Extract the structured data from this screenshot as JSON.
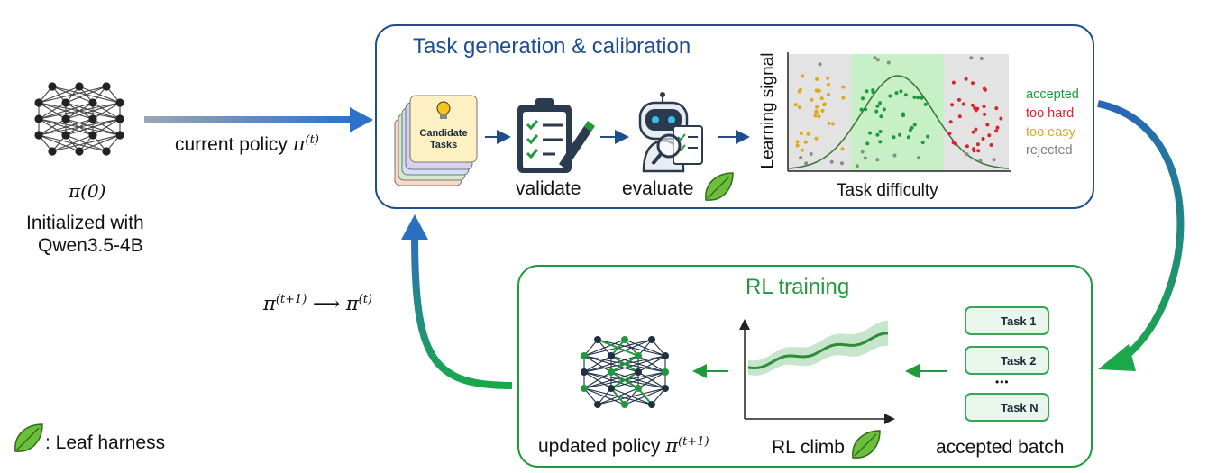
{
  "initial_policy": {
    "symbol": "π(0)",
    "line1": "Initialized with",
    "line2": "Qwen3.5-4B"
  },
  "current_policy": {
    "text": "current policy ",
    "symbol": "π",
    "superscript": "(t)"
  },
  "update_rule": {
    "lhs": "π",
    "lhs_sup": "(t+1)",
    "arrow": "⟶",
    "rhs": "π",
    "rhs_sup": "(t)"
  },
  "task_generation": {
    "title": "Task generation & calibration",
    "candidate_label": "Candidate Tasks",
    "validate_label": "validate",
    "evaluate_label": "evaluate",
    "chart": {
      "xlabel": "Task difficulty",
      "ylabel": "Learning signal",
      "legend": [
        {
          "label": "accepted",
          "color": "#1e9a3c"
        },
        {
          "label": "too hard",
          "color": "#d62728"
        },
        {
          "label": "too easy",
          "color": "#e0a81c"
        },
        {
          "label": "rejected",
          "color": "#7f7f7f"
        }
      ]
    }
  },
  "rl_training": {
    "title": "RL training",
    "updated_label": "updated policy ",
    "updated_symbol": "π",
    "updated_sup": "(t+1)",
    "climb_label": "RL climb",
    "batch_label": "accepted batch",
    "tasks": [
      {
        "label": "Task 1",
        "icon": "lightbulb-icon"
      },
      {
        "label": "Task 2",
        "icon": "gear-icon"
      },
      {
        "label": "Task N",
        "icon": "code-icon"
      }
    ],
    "ellipsis": "•••"
  },
  "footnote": {
    "text": ": Leaf harness",
    "icon": "leaf-icon"
  },
  "colors": {
    "blue": "#1f4e8c",
    "green": "#1e9a3c",
    "accepted_band": "#c7f0c7",
    "rejected_band": "#e3e3e3"
  }
}
